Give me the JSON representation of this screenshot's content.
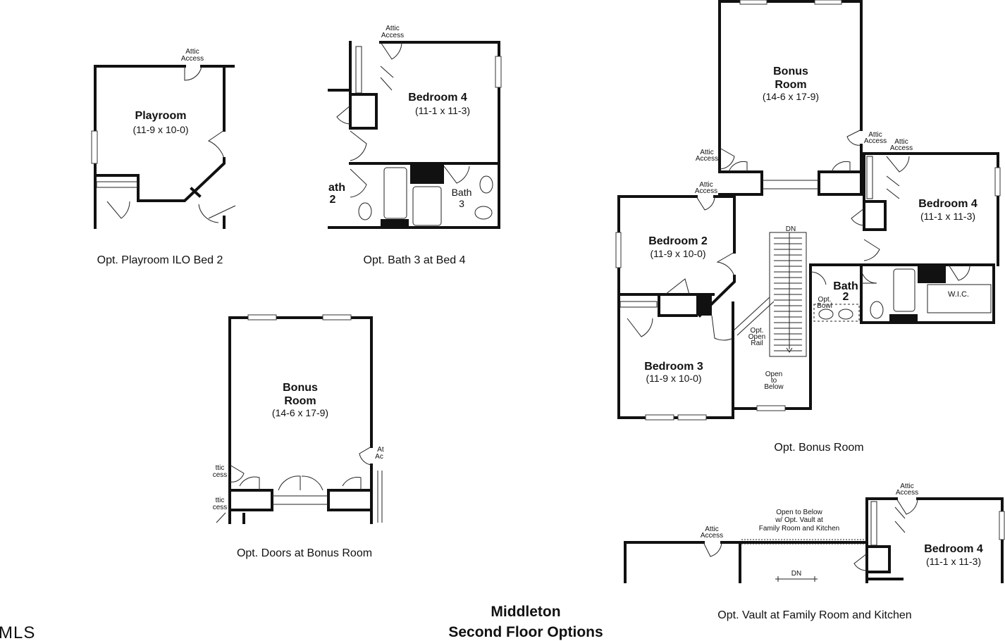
{
  "title": {
    "line1": "Middleton",
    "line2": "Second Floor Options"
  },
  "watermark": "MLS",
  "captions": {
    "playroom": "Opt. Playroom ILO Bed 2",
    "bath3": "Opt. Bath 3 at Bed 4",
    "doors_bonus": "Opt. Doors at Bonus Room",
    "bonus_room": "Opt. Bonus Room",
    "vault": "Opt. Vault at Family Room and Kitchen"
  },
  "playroom_plan": {
    "room": {
      "name": "Playroom",
      "dim": "(11-9 x 10-0)"
    },
    "attic": [
      "Attic",
      "Access"
    ]
  },
  "bath3_plan": {
    "bedroom4": {
      "name": "Bedroom 4",
      "dim": "(11-1 x 11-3)"
    },
    "attic": [
      "Attic",
      "Access"
    ],
    "bath2_partial": [
      "ath",
      "2"
    ],
    "bath3": [
      "Bath",
      "3"
    ]
  },
  "doors_plan": {
    "bonus": {
      "name_lines": [
        "Bonus",
        "Room"
      ],
      "dim": "(14-6 x 17-9)"
    },
    "attic_right": [
      "At",
      "Ac"
    ],
    "attic_left_top": [
      "ttic",
      "cess"
    ],
    "attic_left_bottom": [
      "ttic",
      "cess"
    ]
  },
  "bonus_plan": {
    "bonus": {
      "name_lines": [
        "Bonus",
        "Room"
      ],
      "dim": "(14-6 x 17-9)"
    },
    "bedroom2": {
      "name": "Bedroom 2",
      "dim": "(11-9 x 10-0)"
    },
    "bedroom3": {
      "name": "Bedroom 3",
      "dim": "(11-9 x 10-0)"
    },
    "bedroom4": {
      "name": "Bedroom 4",
      "dim": "(11-1 x 11-3)"
    },
    "bath2": [
      "Bath",
      "2"
    ],
    "wic": "W.I.C.",
    "dn": "DN",
    "opt_bowl": [
      "Opt.",
      "Bowl"
    ],
    "opt_open_rail": [
      "Opt.",
      "Open",
      "Rail"
    ],
    "open_to_below": [
      "Open",
      "to",
      "Below"
    ],
    "attic": [
      "Attic",
      "Access"
    ]
  },
  "vault_plan": {
    "open_to_below": [
      "Open to Below",
      "w/ Opt. Vault at",
      "Family Room and Kitchen"
    ],
    "bedroom4": {
      "name": "Bedroom 4",
      "dim": "(11-1 x 11-3)"
    },
    "dn": "DN",
    "attic": [
      "Attic",
      "Access"
    ]
  }
}
